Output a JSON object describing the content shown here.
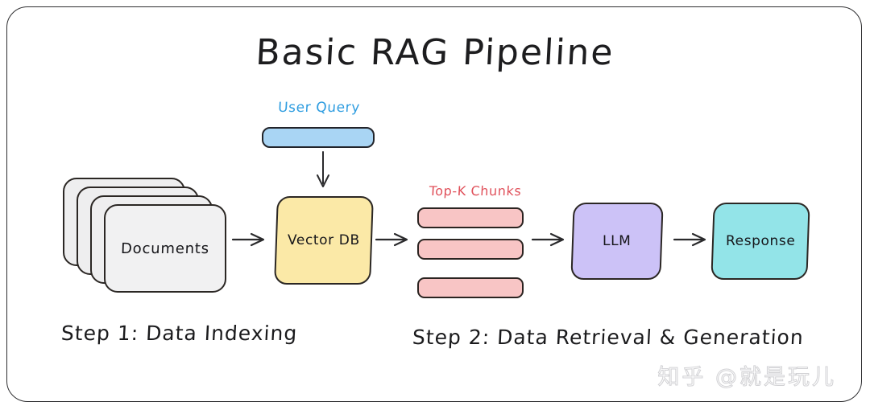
{
  "diagram": {
    "title": "Basic RAG Pipeline",
    "frame_color": "#2e2e30",
    "background": "#ffffff"
  },
  "nodes": {
    "documents": {
      "label": "Documents",
      "color": "#eeeeef",
      "stack_count": 4
    },
    "user_query": {
      "label": "User Query",
      "label_color": "#2f9de0",
      "bar_color": "#a9d5f4"
    },
    "vector_db": {
      "label": "Vector DB",
      "color": "#fbe9a7"
    },
    "top_k_chunks": {
      "label": "Top-K Chunks",
      "label_color": "#e0505a",
      "chunk_color": "#f8c5c5",
      "chunk_count": 3
    },
    "llm": {
      "label": "LLM",
      "color": "#ccc2f7"
    },
    "response": {
      "label": "Response",
      "color": "#93e4e8"
    }
  },
  "arrows": [
    {
      "name": "documents-to-vector-db",
      "direction": "right"
    },
    {
      "name": "user-query-to-vector-db",
      "direction": "down"
    },
    {
      "name": "vector-db-to-chunks",
      "direction": "right"
    },
    {
      "name": "chunks-to-llm",
      "direction": "right"
    },
    {
      "name": "llm-to-response",
      "direction": "right"
    }
  ],
  "captions": {
    "step_1": "Step 1: Data Indexing",
    "step_2": "Step 2: Data Retrieval & Generation"
  },
  "watermark": {
    "text": "知乎 @就是玩儿"
  }
}
